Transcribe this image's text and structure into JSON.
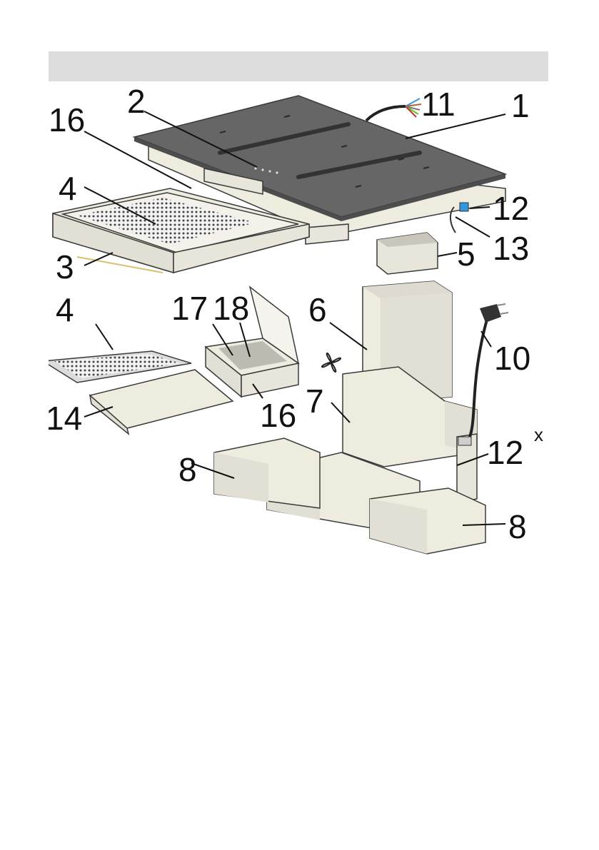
{
  "header": {
    "title": ""
  },
  "colors": {
    "hob_top": "#666666",
    "hob_edge": "#4d4d4d",
    "part_fill": "#eeebdf",
    "part_shade": "#dedad0",
    "header_bar": "#dcdcdc"
  },
  "icons": {
    "fan": "fan-icon"
  },
  "labels": {
    "l1": "1",
    "l2": "2",
    "l3": "3",
    "l4a": "4",
    "l4b": "4",
    "l5": "5",
    "l6": "6",
    "l7": "7",
    "l8a": "8",
    "l8b": "8",
    "l10": "10",
    "l11": "11",
    "l12": "12",
    "l12x": "12",
    "l12x_sup": "x",
    "l13": "13",
    "l14": "14",
    "l16a": "16",
    "l16b": "16",
    "l17": "17",
    "l18": "18"
  }
}
